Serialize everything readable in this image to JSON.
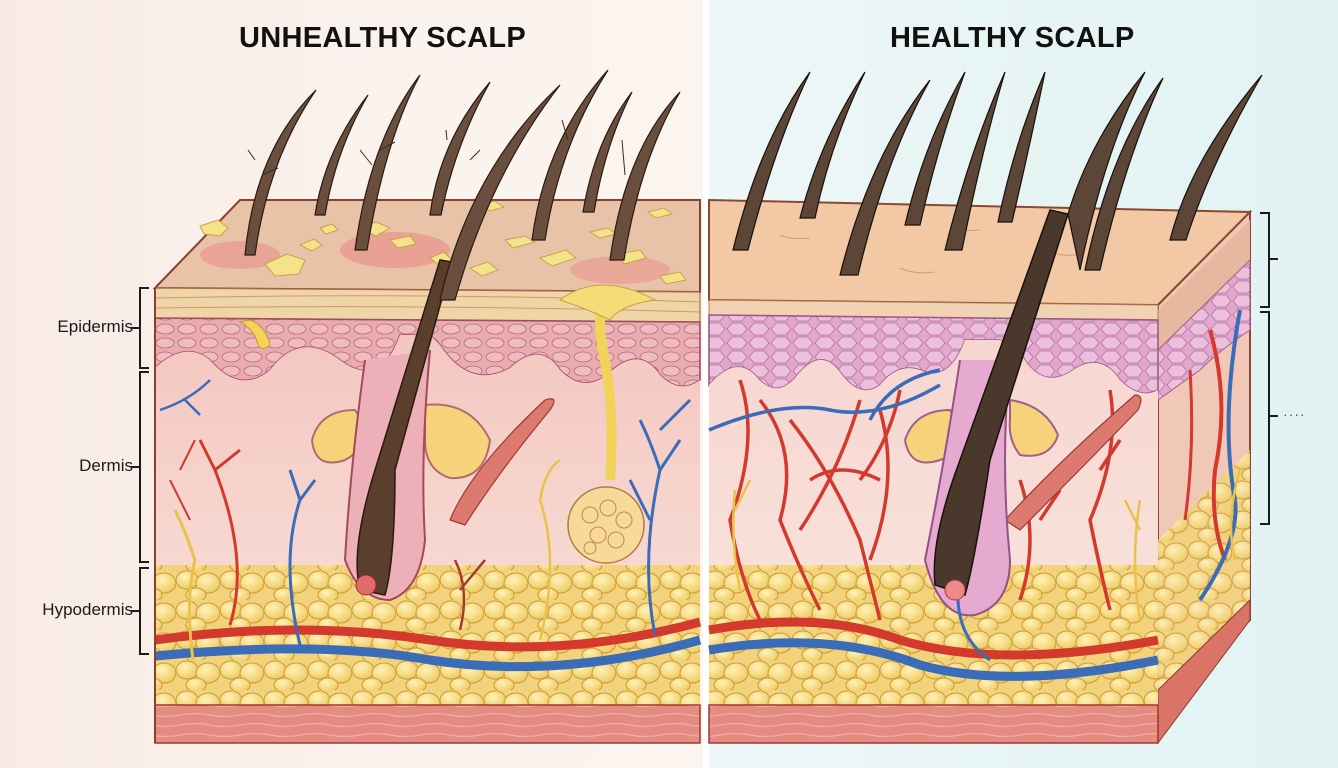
{
  "panels": {
    "left": {
      "title": "UNHEALTHY SCALP",
      "background": "#f9efe9"
    },
    "right": {
      "title": "HEALTHY SCALP",
      "background": "#e6f4f4"
    }
  },
  "layer_labels": [
    {
      "label": "Epidermis",
      "side": "left"
    },
    {
      "label": "Dermis",
      "side": "left"
    },
    {
      "label": "Hypodermis",
      "side": "left"
    }
  ],
  "right_annotations": {
    "top_bracket_label": "",
    "bottom_bracket_label": "····"
  },
  "colors": {
    "hair": "#4a3528",
    "hair_healthy": "#4b3a30",
    "skin_surface_unhealthy": "#e9c2a8",
    "skin_surface_healthy": "#f0c7a2",
    "epidermis_unhealthy": "#e8a7a6",
    "epidermis_healthy": "#e6a9cf",
    "dermis": "#f6d3cc",
    "fat": "#f6d978",
    "artery": "#d94436",
    "vein": "#3f6fb8",
    "nerve": "#e9c24a",
    "muscle": "#d97a6e",
    "flakes": "#f4e08a",
    "base_muscle": "#e08a80"
  }
}
